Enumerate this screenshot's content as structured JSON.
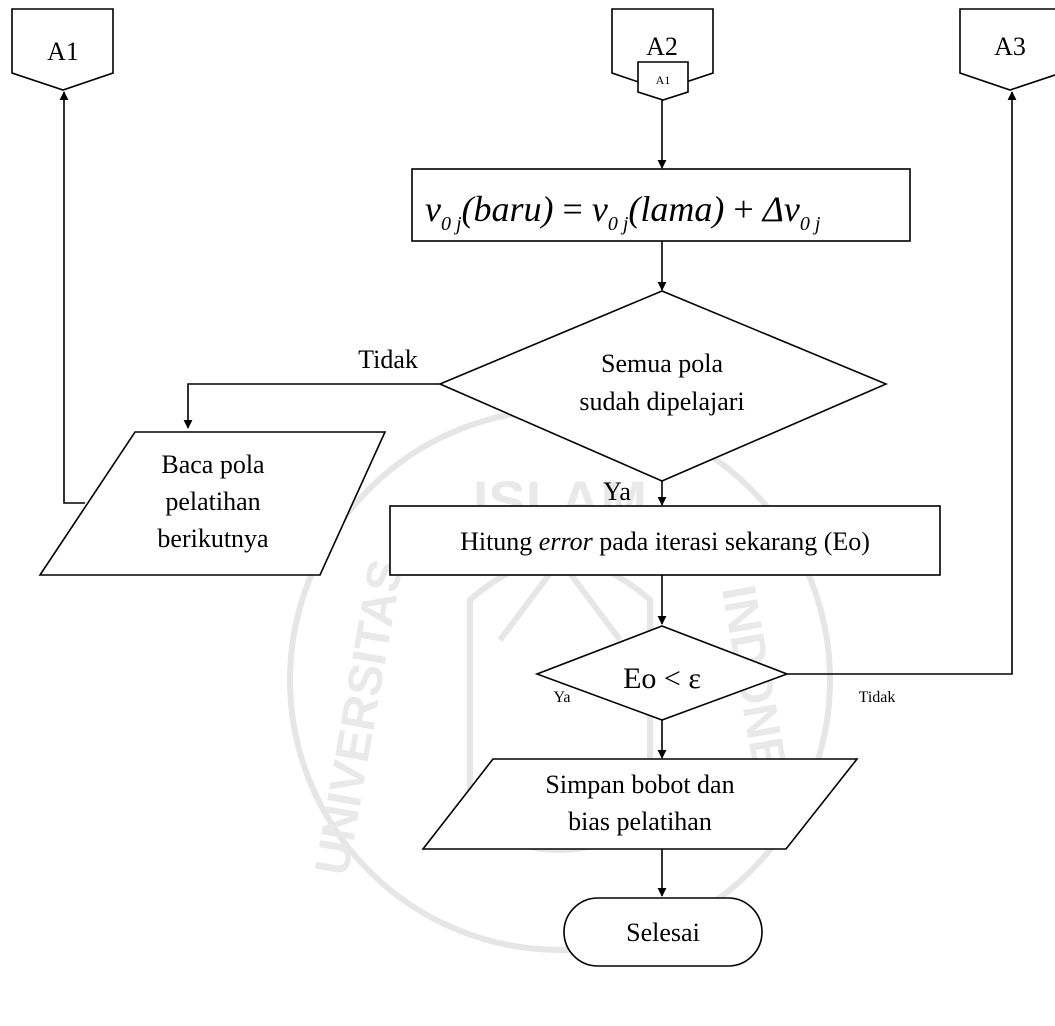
{
  "connectors": {
    "a1": "A1",
    "a2": "A2",
    "a2_inner": "A1",
    "a3": "A3"
  },
  "formula": {
    "v": "v",
    "sub": "0 j",
    "lhs_paren": "(baru)",
    "eq": " = ",
    "rhs_paren": "(lama)",
    "plus": " + ",
    "delta": "Δv"
  },
  "decision1": {
    "line1": "Semua pola",
    "line2": "sudah dipelajari",
    "no_label": "Tidak",
    "yes_label": "Ya"
  },
  "io_read": {
    "line1": "Baca pola",
    "line2": "pelatihan",
    "line3": "berikutnya"
  },
  "process_error": {
    "prefix": "Hitung ",
    "italic": "error",
    "suffix": " pada iterasi sekarang (Eo)"
  },
  "decision2": {
    "text": "Eo < ε",
    "yes_label": "Ya",
    "no_label": "Tidak"
  },
  "io_save": {
    "line1": "Simpan bobot dan",
    "line2": "bias pelatihan"
  },
  "terminal": {
    "text": "Selesai"
  },
  "watermark": {
    "top": "ISLAM",
    "left": "UNIVERSITAS",
    "right": "INDONESIA"
  }
}
